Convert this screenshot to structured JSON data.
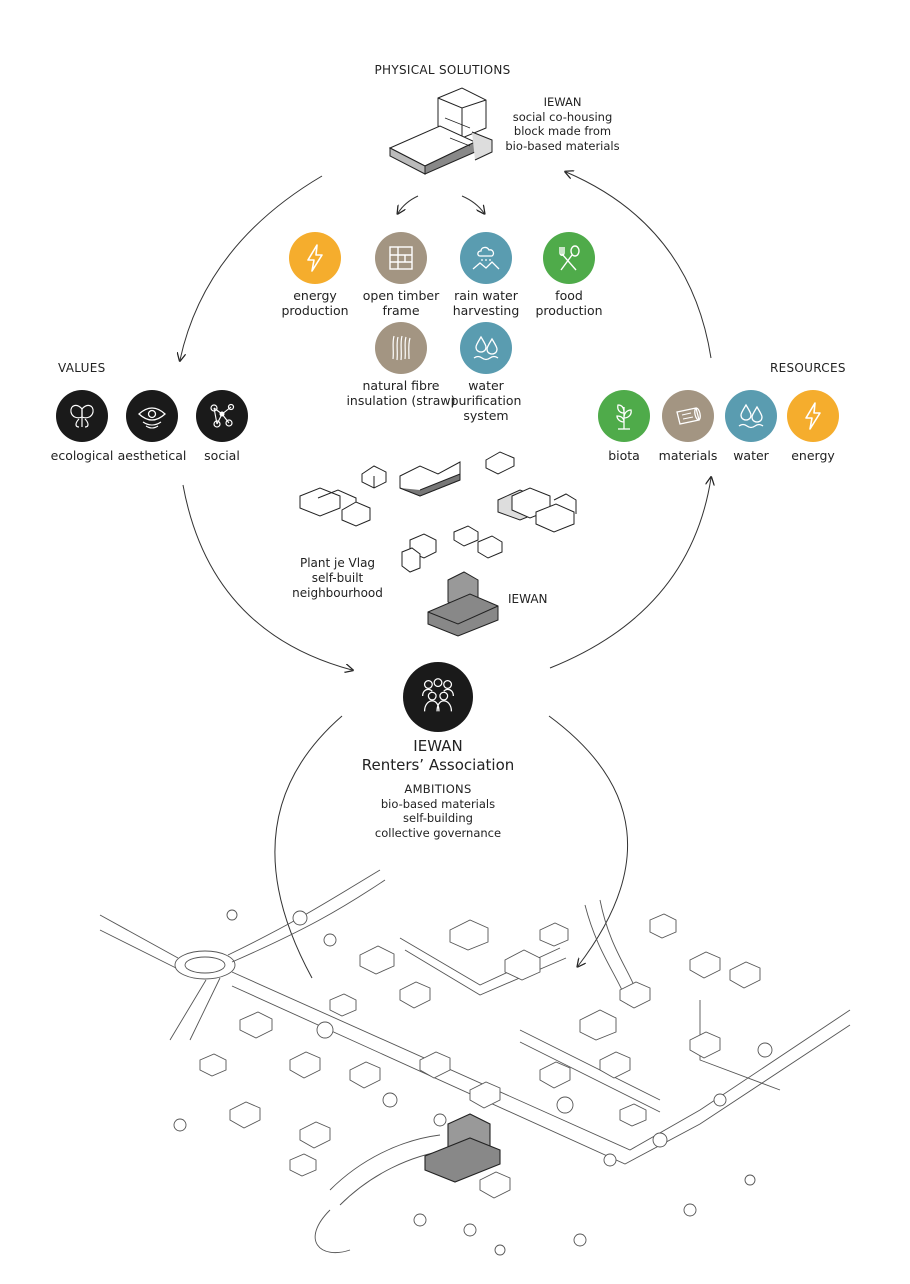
{
  "physical_solutions": {
    "heading": "PHYSICAL SOLUTIONS",
    "building_caption": [
      "IEWAN",
      "social co-housing",
      "block made from",
      "bio-based materials"
    ],
    "items": [
      {
        "label": "energy\nproduction",
        "icon": "lightning-icon",
        "color": "#f5ad2d"
      },
      {
        "label": "open timber\nframe",
        "icon": "timber-frame-icon",
        "color": "#a39582"
      },
      {
        "label": "rain water\nharvesting",
        "icon": "rain-cloud-icon",
        "color": "#5a9cb0"
      },
      {
        "label": "food\nproduction",
        "icon": "fork-spoon-icon",
        "color": "#4fab4a"
      },
      {
        "label": "natural fibre\ninsulation (straw)",
        "icon": "straw-icon",
        "color": "#a39582"
      },
      {
        "label": "water\npurification\nsystem",
        "icon": "water-drops-icon",
        "color": "#5a9cb0"
      }
    ]
  },
  "values": {
    "heading": "VALUES",
    "items": [
      {
        "label": "ecological",
        "icon": "moth-icon"
      },
      {
        "label": "aesthetical",
        "icon": "eye-icon"
      },
      {
        "label": "social",
        "icon": "network-icon"
      }
    ]
  },
  "resources": {
    "heading": "RESOURCES",
    "items": [
      {
        "label": "biota",
        "icon": "plant-icon",
        "color": "#4fab4a"
      },
      {
        "label": "materials",
        "icon": "log-icon",
        "color": "#a39582"
      },
      {
        "label": "water",
        "icon": "water-drops-icon",
        "color": "#5a9cb0"
      },
      {
        "label": "energy",
        "icon": "lightning-icon",
        "color": "#f5ad2d"
      }
    ]
  },
  "neighbourhood": {
    "caption": [
      "Plant je Vlag",
      "self-built",
      "neighbourhood"
    ],
    "iewan_label": "IEWAN"
  },
  "association": {
    "icon": "people-group-icon",
    "title_line1": "IEWAN",
    "title_line2": "Renters’ Association",
    "ambitions_heading": "AMBITIONS",
    "ambitions": [
      "bio-based materials",
      "self-building",
      "collective governance"
    ]
  }
}
